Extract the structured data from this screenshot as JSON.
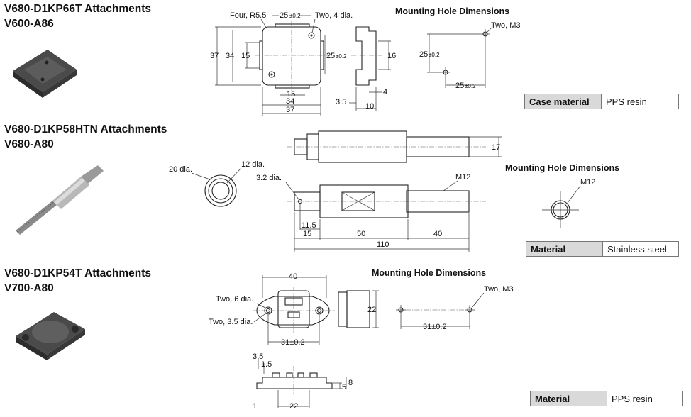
{
  "sections": [
    {
      "title": "V680-D1KP66T Attachments",
      "model": "V600-A86",
      "mounting_title": "Mounting Hole Dimensions",
      "spec": {
        "key": "Case material",
        "value": "PPS resin"
      },
      "dims": {
        "radius": "Four, R5.5",
        "holes": "Two, 4 dia.",
        "w_top": "25",
        "tol": "±0.2",
        "h37": "37",
        "h34": "34",
        "h15": "15",
        "h25": "25",
        "s16": "16",
        "b15": "15",
        "b34": "34",
        "b37": "37",
        "s35": "3.5",
        "s10": "10",
        "s4": "4",
        "m_two": "Two, M3",
        "m25v": "25",
        "m25h": "25"
      }
    },
    {
      "title": "V680-D1KP58HTN Attachments",
      "model": "V680-A80",
      "mounting_title": "Mounting Hole Dimensions",
      "spec": {
        "key": "Material",
        "value": "Stainless steel"
      },
      "dims": {
        "d20": "20 dia.",
        "d12": "12 dia.",
        "d32": "3.2 dia.",
        "h17": "17",
        "m12": "M12",
        "l115": "11.5",
        "l15": "15",
        "l50": "50",
        "l40": "40",
        "l110": "110",
        "mm12": "M12"
      }
    },
    {
      "title": "V680-D1KP54T Attachments",
      "model": "V700-A80",
      "mounting_title": "Mounting Hole Dimensions",
      "spec": {
        "key": "Material",
        "value": "PPS resin"
      },
      "dims": {
        "w40": "40",
        "two6": "Two, 6 dia.",
        "two35": "Two, 3.5 dia.",
        "p31": "31±0.2",
        "s22": "22",
        "m_two": "Two, M3",
        "m31": "31±0.2",
        "f35": "3.5",
        "f15": "1.5",
        "f5": "5",
        "f8": "8",
        "f1": "1",
        "f22": "22"
      }
    }
  ]
}
